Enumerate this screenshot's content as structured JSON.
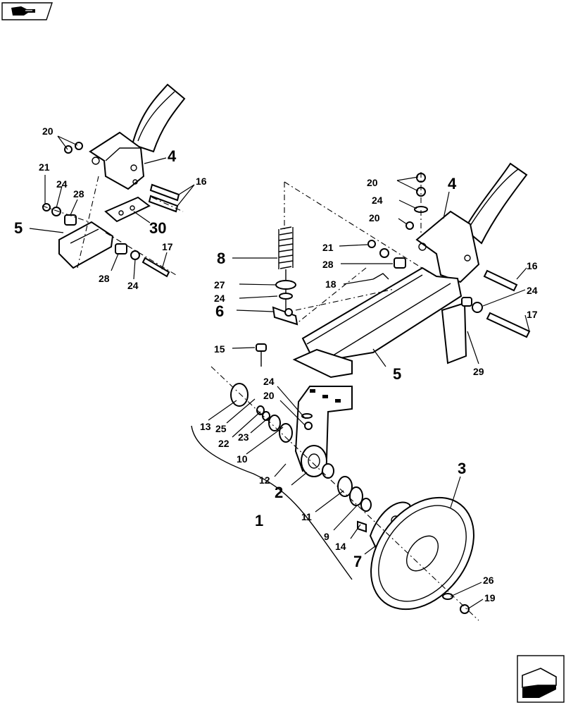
{
  "navigation": {
    "back_icon": "hand-pointer-icon",
    "next_icon": "page-forward-arrow-icon"
  },
  "callouts": {
    "c1": "1",
    "c2": "2",
    "c3": "3",
    "c4a": "4",
    "c4b": "4",
    "c5a": "5",
    "c5b": "5",
    "c6": "6",
    "c7": "7",
    "c8": "8",
    "c9": "9",
    "c10": "10",
    "c11": "11",
    "c12": "12",
    "c13": "13",
    "c14": "14",
    "c15": "15",
    "c16a": "16",
    "c16b": "16",
    "c17a": "17",
    "c17b": "17",
    "c18": "18",
    "c19": "19",
    "c20a": "20",
    "c20b": "20",
    "c20c": "20",
    "c20d": "20",
    "c21a": "21",
    "c21b": "21",
    "c22": "22",
    "c23": "23",
    "c24a": "24",
    "c24b": "24",
    "c24c": "24",
    "c24d": "24",
    "c24e": "24",
    "c25": "25",
    "c26": "26",
    "c27": "27",
    "c28a": "28",
    "c28b": "28",
    "c28c": "28",
    "c29": "29",
    "c30": "30"
  }
}
